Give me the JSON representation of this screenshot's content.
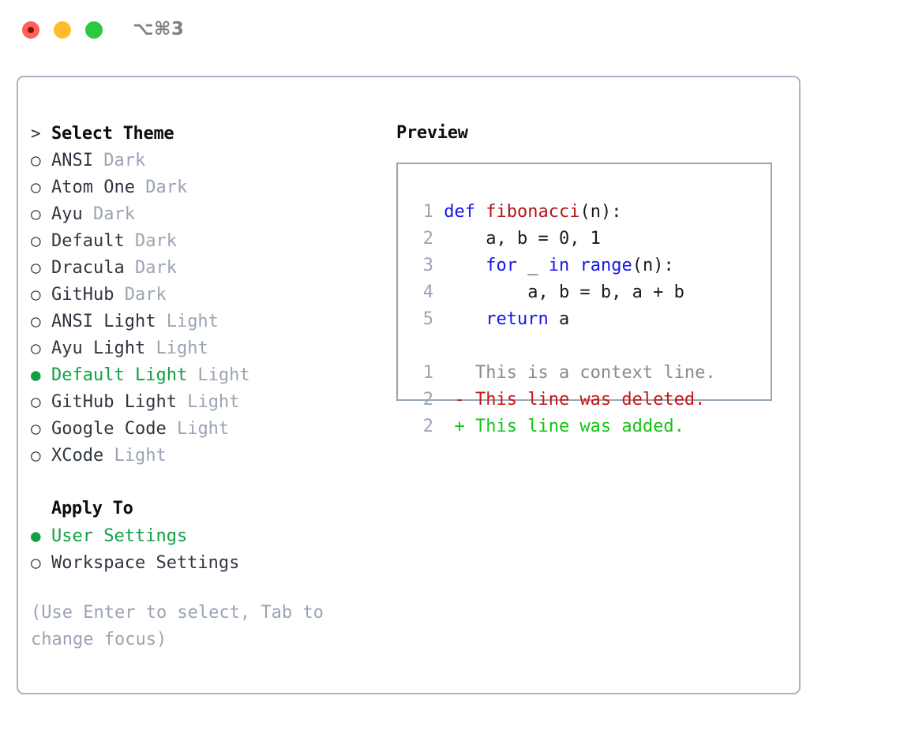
{
  "window": {
    "shortcut": "⌥⌘3",
    "traffic_lights": [
      {
        "name": "close",
        "color": "#ff6058"
      },
      {
        "name": "minimize",
        "color": "#ffbd2e"
      },
      {
        "name": "maximize",
        "color": "#2ac940"
      }
    ]
  },
  "colors": {
    "selected_green": "#11a045",
    "muted_gray": "#9aa4b3",
    "text_dark": "#2f3640",
    "panel_border": "#aab4c2",
    "preview_border": "#9aa5b5",
    "keyword_blue": "#1616ee",
    "function_red": "#b01616",
    "diff_delete": "#cc1414",
    "diff_add": "#14c414",
    "diff_context": "#8a8a8a"
  },
  "theme_picker": {
    "header_marker": ">",
    "header_label": "Select Theme",
    "marker_unselected": "○",
    "marker_selected": "●",
    "items": [
      {
        "name": "ANSI",
        "category": "Dark",
        "selected": false
      },
      {
        "name": "Atom One",
        "category": "Dark",
        "selected": false
      },
      {
        "name": "Ayu",
        "category": "Dark",
        "selected": false
      },
      {
        "name": "Default",
        "category": "Dark",
        "selected": false
      },
      {
        "name": "Dracula",
        "category": "Dark",
        "selected": false
      },
      {
        "name": "GitHub",
        "category": "Dark",
        "selected": false
      },
      {
        "name": "ANSI Light",
        "category": "Light",
        "selected": false
      },
      {
        "name": "Ayu Light",
        "category": "Light",
        "selected": false
      },
      {
        "name": "Default Light",
        "category": "Light",
        "selected": true
      },
      {
        "name": "GitHub Light",
        "category": "Light",
        "selected": false
      },
      {
        "name": "Google Code",
        "category": "Light",
        "selected": false
      },
      {
        "name": "XCode",
        "category": "Light",
        "selected": false
      }
    ]
  },
  "apply_to": {
    "header_label": "Apply To",
    "options": [
      {
        "name": "User Settings",
        "selected": true
      },
      {
        "name": "Workspace Settings",
        "selected": false
      }
    ]
  },
  "hint": "(Use Enter to select, Tab to change focus)",
  "preview": {
    "title": "Preview",
    "code_lines": [
      {
        "number": "1",
        "tokens": [
          {
            "text": "def ",
            "type": "keyword"
          },
          {
            "text": "fibonacci",
            "type": "function"
          },
          {
            "text": "(n):",
            "type": "plain"
          }
        ]
      },
      {
        "number": "2",
        "tokens": [
          {
            "text": "    a, b = 0, 1",
            "type": "plain"
          }
        ]
      },
      {
        "number": "3",
        "tokens": [
          {
            "text": "    ",
            "type": "plain"
          },
          {
            "text": "for",
            "type": "keyword"
          },
          {
            "text": " _ ",
            "type": "plain"
          },
          {
            "text": "in",
            "type": "keyword"
          },
          {
            "text": " ",
            "type": "plain"
          },
          {
            "text": "range",
            "type": "keyword"
          },
          {
            "text": "(n):",
            "type": "plain"
          }
        ]
      },
      {
        "number": "4",
        "tokens": [
          {
            "text": "        a, b = b, a + b",
            "type": "plain"
          }
        ]
      },
      {
        "number": "5",
        "tokens": [
          {
            "text": "    ",
            "type": "plain"
          },
          {
            "text": "return",
            "type": "keyword"
          },
          {
            "text": " a",
            "type": "plain"
          }
        ]
      }
    ],
    "diff_lines": [
      {
        "number": "1",
        "sign": " ",
        "text": "This is a context line.",
        "type": "context"
      },
      {
        "number": "2",
        "sign": "-",
        "text": "This line was deleted.",
        "type": "delete"
      },
      {
        "number": "2",
        "sign": "+",
        "text": "This line was added.",
        "type": "add"
      }
    ]
  }
}
